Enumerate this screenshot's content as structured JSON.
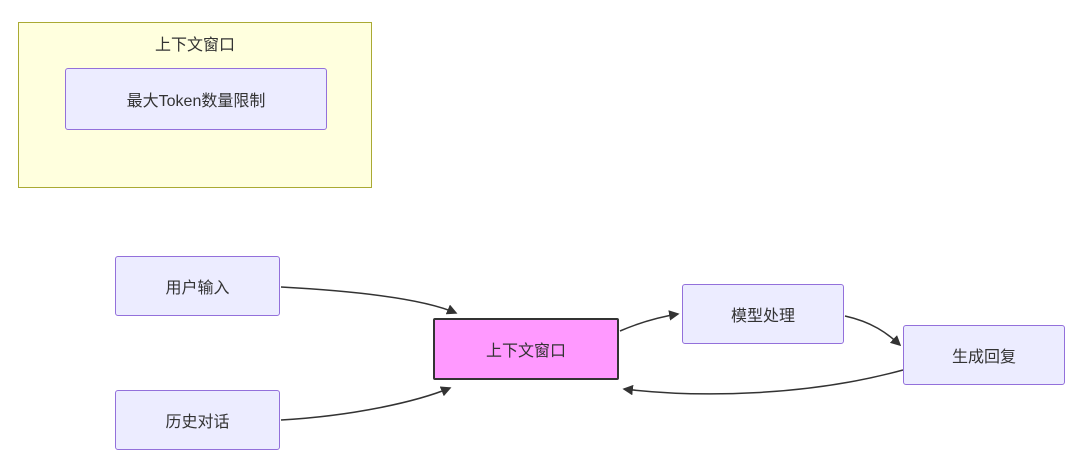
{
  "diagram": {
    "subgraph": {
      "title": "上下文窗口",
      "node": "最大Token数量限制"
    },
    "nodes": {
      "user_input": "用户输入",
      "history": "历史对话",
      "context_window": "上下文窗口",
      "model_process": "模型处理",
      "generate_reply": "生成回复"
    },
    "edges": [
      {
        "from": "用户输入",
        "to": "上下文窗口"
      },
      {
        "from": "历史对话",
        "to": "上下文窗口"
      },
      {
        "from": "上下文窗口",
        "to": "模型处理"
      },
      {
        "from": "模型处理",
        "to": "生成回复"
      },
      {
        "from": "生成回复",
        "to": "上下文窗口"
      }
    ],
    "colors": {
      "subgraph_fill": "#ffffde",
      "subgraph_border": "#aaaa33",
      "node_fill": "#ececff",
      "node_border": "#9370db",
      "highlight_fill": "#ff99ff",
      "highlight_border": "#333333",
      "edge_color": "#333333",
      "text_color": "#333333",
      "background": "#ffffff"
    }
  }
}
